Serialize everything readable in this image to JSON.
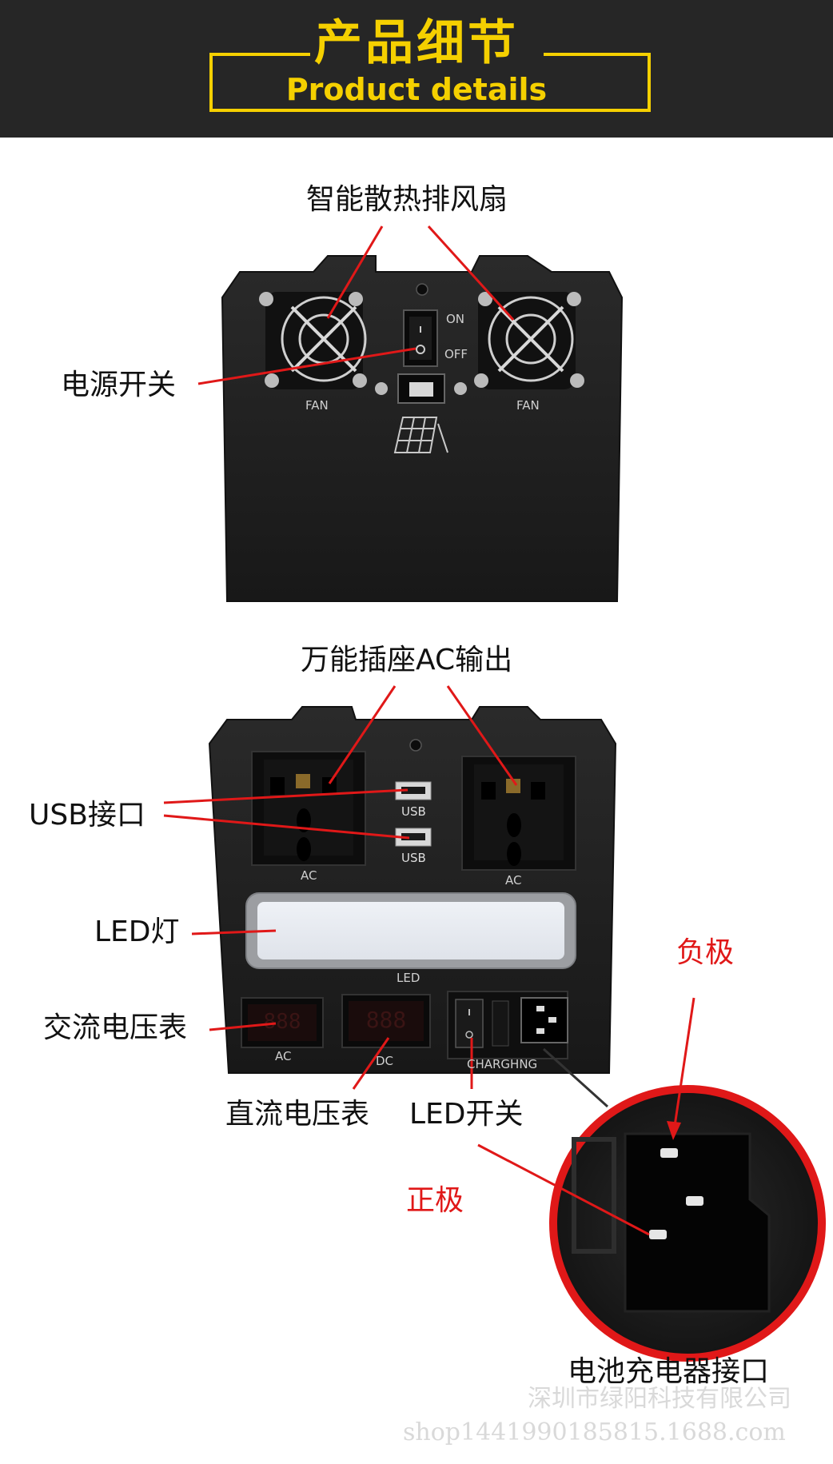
{
  "header": {
    "title_cn": "产品细节",
    "title_en": "Product details"
  },
  "top_panel": {
    "callout_fans": "智能散热排风扇",
    "callout_power_switch": "电源开关",
    "fan_left_label": "FAN",
    "fan_right_label": "FAN",
    "switch_on": "ON",
    "switch_off": "OFF"
  },
  "bottom_panel": {
    "callout_ac_output": "万能插座AC输出",
    "callout_usb": "USB接口",
    "callout_led_light": "LED灯",
    "callout_ac_voltmeter": "交流电压表",
    "callout_dc_voltmeter": "直流电压表",
    "callout_led_switch": "LED开关",
    "callout_negative": "负极",
    "callout_positive": "正极",
    "callout_charger_port": "电池充电器接口",
    "usb_label_1": "USB",
    "usb_label_2": "USB",
    "ac_left_label": "AC",
    "ac_right_label": "AC",
    "led_label": "LED",
    "ac_meter_label": "AC",
    "dc_meter_label": "DC",
    "charging_label": "CHARGHNG"
  },
  "watermark": {
    "company": "深圳市绿阳科技有限公司",
    "shop": "shop1441990185815.1688.com"
  },
  "colors": {
    "header_bg": "#262626",
    "accent_yellow": "#f5d000",
    "callout_red": "#e01818",
    "panel": "#1f1f1f"
  }
}
